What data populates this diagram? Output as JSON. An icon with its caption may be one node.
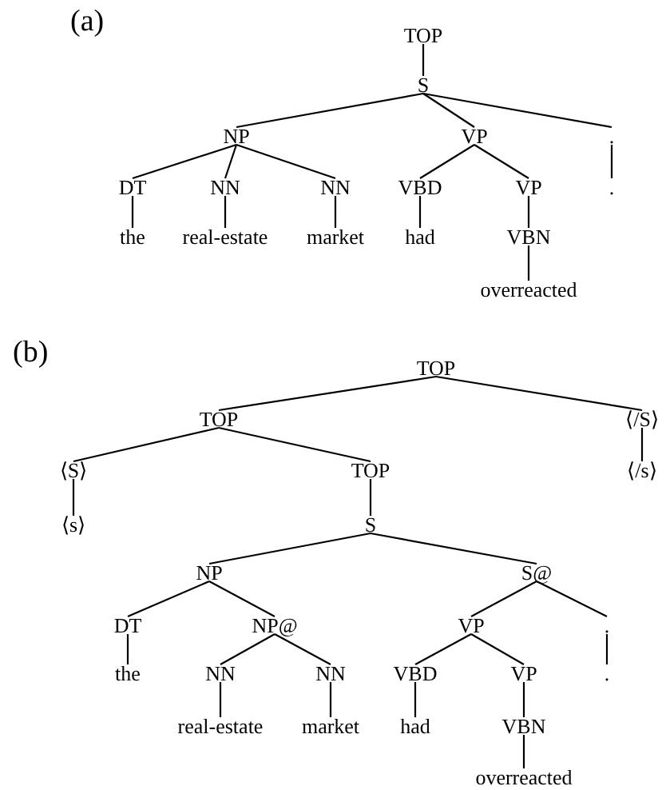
{
  "diagram": {
    "nodes": [
      {
        "text": [
          "TOP"
        ]
      },
      {
        "text": [
          "S"
        ]
      },
      {
        "text": [
          "NP"
        ]
      },
      {
        "text": [
          "VP"
        ]
      },
      {
        "text": [
          "."
        ]
      },
      {
        "text": [
          "DT"
        ]
      },
      {
        "text": [
          "NN"
        ]
      },
      {
        "text": [
          "NN"
        ]
      },
      {
        "text": [
          "VBD"
        ]
      },
      {
        "text": [
          "VP"
        ]
      },
      {
        "text": [
          "."
        ]
      },
      {
        "text": [
          "the"
        ]
      },
      {
        "text": [
          "real-estate"
        ]
      },
      {
        "text": [
          "market"
        ]
      },
      {
        "text": [
          "had"
        ]
      },
      {
        "text": [
          "VBN"
        ]
      },
      {
        "text": [
          "overreacted"
        ]
      },
      {
        "text": [
          "TOP"
        ]
      },
      {
        "text": [
          "TOP"
        ]
      },
      {
        "text": [
          "⟨/S⟩"
        ]
      },
      {
        "text": [
          "⟨S⟩"
        ]
      },
      {
        "text": [
          "TOP"
        ]
      },
      {
        "text": [
          "⟨/s⟩"
        ]
      },
      {
        "text": [
          "⟨s⟩"
        ]
      },
      {
        "text": [
          "S"
        ]
      },
      {
        "text": [
          "NP"
        ]
      },
      {
        "text": [
          "S@"
        ]
      },
      {
        "text": [
          "DT"
        ]
      },
      {
        "text": [
          "NP@"
        ]
      },
      {
        "text": [
          "VP"
        ]
      },
      {
        "text": [
          "."
        ]
      },
      {
        "text": [
          "the"
        ]
      },
      {
        "text": [
          "NN"
        ]
      },
      {
        "text": [
          "NN"
        ]
      },
      {
        "text": [
          "VBD"
        ]
      },
      {
        "text": [
          "VP"
        ]
      },
      {
        "text": [
          "."
        ]
      },
      {
        "text": [
          "real-estate"
        ]
      },
      {
        "text": [
          "market"
        ]
      },
      {
        "text": [
          "had"
        ]
      },
      {
        "text": [
          "VBN"
        ]
      },
      {
        "text": [
          "overreacted"
        ]
      }
    ],
    "edges": [
      {
        "from": 0,
        "to": 1,
        "arrow": "none"
      },
      {
        "from": 1,
        "to": 2,
        "arrow": "none"
      },
      {
        "from": 1,
        "to": 3,
        "arrow": "none"
      },
      {
        "from": 1,
        "to": 4,
        "arrow": "none"
      },
      {
        "from": 2,
        "to": 5,
        "arrow": "none"
      },
      {
        "from": 2,
        "to": 6,
        "arrow": "none"
      },
      {
        "from": 2,
        "to": 7,
        "arrow": "none"
      },
      {
        "from": 3,
        "to": 8,
        "arrow": "none"
      },
      {
        "from": 3,
        "to": 9,
        "arrow": "none"
      },
      {
        "from": 4,
        "to": 10,
        "arrow": "none"
      },
      {
        "from": 5,
        "to": 11,
        "arrow": "none"
      },
      {
        "from": 6,
        "to": 12,
        "arrow": "none"
      },
      {
        "from": 7,
        "to": 13,
        "arrow": "none"
      },
      {
        "from": 8,
        "to": 14,
        "arrow": "none"
      },
      {
        "from": 9,
        "to": 15,
        "arrow": "none"
      },
      {
        "from": 15,
        "to": 16,
        "arrow": "none"
      },
      {
        "from": 17,
        "to": 18,
        "arrow": "none"
      },
      {
        "from": 17,
        "to": 19,
        "arrow": "none"
      },
      {
        "from": 18,
        "to": 20,
        "arrow": "none"
      },
      {
        "from": 18,
        "to": 21,
        "arrow": "none"
      },
      {
        "from": 19,
        "to": 22,
        "arrow": "none"
      },
      {
        "from": 20,
        "to": 23,
        "arrow": "none"
      },
      {
        "from": 21,
        "to": 24,
        "arrow": "none"
      },
      {
        "from": 24,
        "to": 25,
        "arrow": "none"
      },
      {
        "from": 24,
        "to": 26,
        "arrow": "none"
      },
      {
        "from": 25,
        "to": 27,
        "arrow": "none"
      },
      {
        "from": 25,
        "to": 28,
        "arrow": "none"
      },
      {
        "from": 26,
        "to": 29,
        "arrow": "none"
      },
      {
        "from": 26,
        "to": 30,
        "arrow": "none"
      },
      {
        "from": 27,
        "to": 31,
        "arrow": "none"
      },
      {
        "from": 28,
        "to": 32,
        "arrow": "none"
      },
      {
        "from": 28,
        "to": 33,
        "arrow": "none"
      },
      {
        "from": 29,
        "to": 34,
        "arrow": "none"
      },
      {
        "from": 29,
        "to": 35,
        "arrow": "none"
      },
      {
        "from": 30,
        "to": 36,
        "arrow": "none"
      },
      {
        "from": 32,
        "to": 37,
        "arrow": "none"
      },
      {
        "from": 33,
        "to": 38,
        "arrow": "none"
      },
      {
        "from": 34,
        "to": 39,
        "arrow": "none"
      },
      {
        "from": 35,
        "to": 40,
        "arrow": "none"
      },
      {
        "from": 40,
        "to": 41,
        "arrow": "none"
      }
    ],
    "labels": [
      "(a)",
      "(b)"
    ]
  }
}
